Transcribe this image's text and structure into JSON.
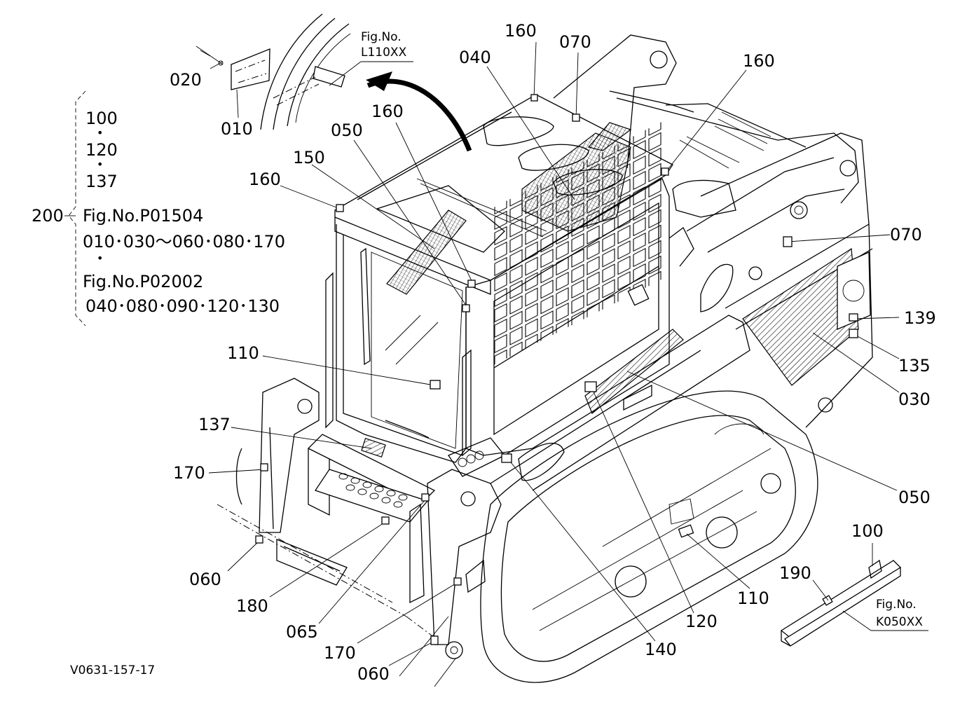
{
  "diagram": {
    "drawing_code": "V0631-157-17",
    "fig_refs": [
      {
        "line1": "Fig.No.",
        "line2": "L110XX"
      },
      {
        "line1": "Fig.No.",
        "line2": "K050XX"
      }
    ],
    "bracket": {
      "number": "200",
      "lines": [
        "100",
        "•",
        "120",
        "•",
        "137",
        "Fig.No.P01504",
        "010･030～060･080･170",
        "•",
        "Fig.No.P02002",
        "040･080･090･120･130"
      ]
    },
    "part_labels": [
      "020",
      "010",
      "160",
      "070",
      "040",
      "160",
      "050",
      "160",
      "150",
      "160",
      "070",
      "139",
      "135",
      "030",
      "110",
      "137",
      "170",
      "050",
      "060",
      "180",
      "065",
      "170",
      "060",
      "140",
      "120",
      "110",
      "100",
      "190"
    ]
  }
}
